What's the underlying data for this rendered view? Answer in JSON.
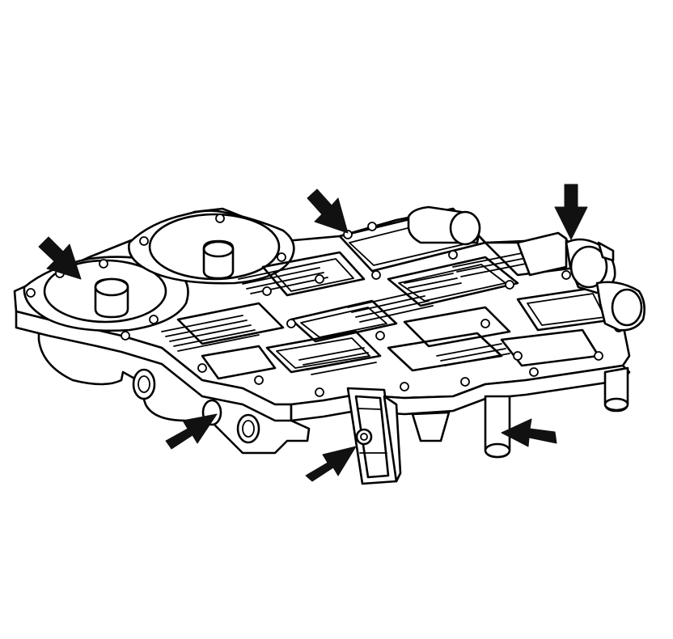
{
  "figure": {
    "subject": "valve-body-assembly",
    "line_color": "#000000",
    "background_color": "#ffffff",
    "arrow_color": "#111111",
    "callout_arrows": [
      {
        "id": "upper-left-bore",
        "target": "accumulator-bore-left"
      },
      {
        "id": "upper-center-pin",
        "target": "valve-body-corner"
      },
      {
        "id": "upper-right-solenoid",
        "target": "solenoid-connector"
      },
      {
        "id": "lower-left-hole",
        "target": "side-bore"
      },
      {
        "id": "lower-center-bolt",
        "target": "bracket-bolt"
      },
      {
        "id": "lower-right-post",
        "target": "locating-post"
      }
    ]
  }
}
